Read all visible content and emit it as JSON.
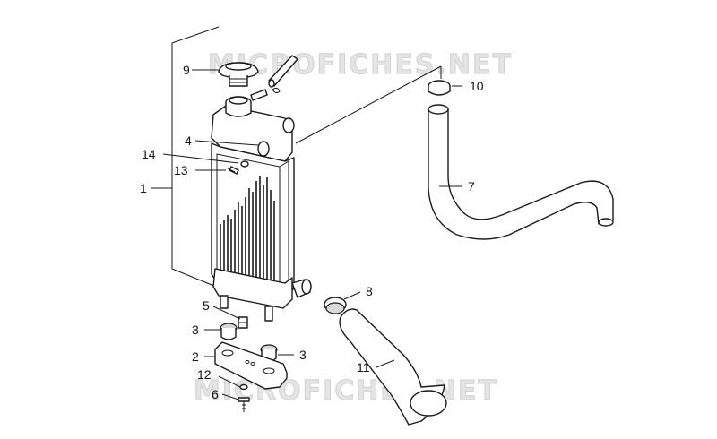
{
  "watermark": {
    "text": "MICROFICHES.NET"
  },
  "callouts": [
    {
      "id": "c1",
      "label": "1"
    },
    {
      "id": "c2",
      "label": "2"
    },
    {
      "id": "c3a",
      "label": "3"
    },
    {
      "id": "c3b",
      "label": "3"
    },
    {
      "id": "c4",
      "label": "4"
    },
    {
      "id": "c5",
      "label": "5"
    },
    {
      "id": "c6",
      "label": "6"
    },
    {
      "id": "c7",
      "label": "7"
    },
    {
      "id": "c8",
      "label": "8"
    },
    {
      "id": "c9",
      "label": "9"
    },
    {
      "id": "c10",
      "label": "10"
    },
    {
      "id": "c11",
      "label": "11"
    },
    {
      "id": "c12",
      "label": "12"
    },
    {
      "id": "c13",
      "label": "13"
    },
    {
      "id": "c14",
      "label": "14"
    }
  ],
  "colors": {
    "line": "#1a1a1a",
    "watermark": "#e4e4e4"
  }
}
